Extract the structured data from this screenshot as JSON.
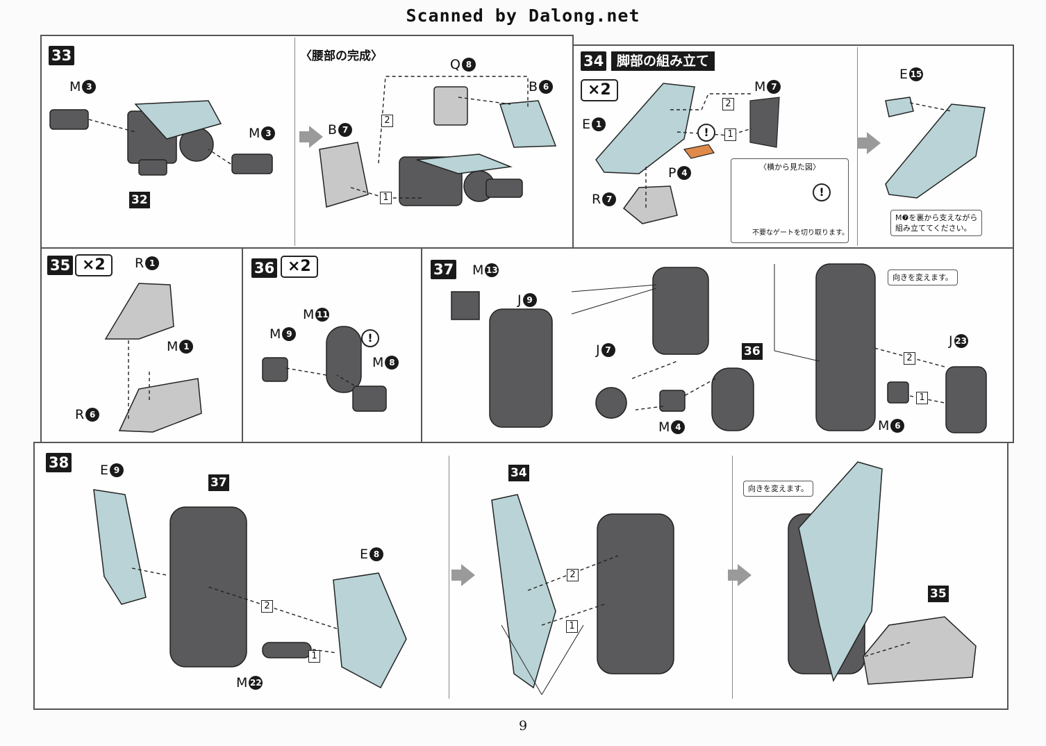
{
  "header": "Scanned by Dalong.net",
  "page_number": "9",
  "colors": {
    "dark_part": "#5a5a5c",
    "light_part": "#b9d3d6",
    "gray_part": "#c8c8c8",
    "orange_part": "#e08a4a"
  },
  "step33": {
    "number": "33",
    "subtitle": "〈腰部の完成〉",
    "labels": {
      "m3a_letter": "M",
      "m3a_num": "3",
      "m3b_letter": "M",
      "m3b_num": "3",
      "q8_letter": "Q",
      "q8_num": "8",
      "b6_letter": "B",
      "b6_num": "6",
      "b7_letter": "B",
      "b7_num": "7"
    },
    "badge": "32",
    "steps": {
      "s1": "1",
      "s2": "2"
    }
  },
  "step34": {
    "number": "34",
    "title": "脚部の組み立て",
    "multiplier": "×2",
    "labels": {
      "e1_letter": "E",
      "e1_num": "1",
      "m7_letter": "M",
      "m7_num": "7",
      "p4_letter": "P",
      "p4_num": "4",
      "r7_letter": "R",
      "r7_num": "7",
      "e15_letter": "E",
      "e15_num": "15"
    },
    "steps": {
      "s1": "1",
      "s2": "2"
    },
    "callout_title": "〈横から見た図〉",
    "callout_note": "不要なゲートを切り取ります。",
    "note_m7_line1": "M❼を裏から支えながら",
    "note_m7_line2": "組み立ててください。"
  },
  "step35": {
    "number": "35",
    "multiplier": "×2",
    "labels": {
      "r1_letter": "R",
      "r1_num": "1",
      "m1_letter": "M",
      "m1_num": "1",
      "r6_letter": "R",
      "r6_num": "6"
    }
  },
  "step36": {
    "number": "36",
    "multiplier": "×2",
    "labels": {
      "m11_letter": "M",
      "m11_num": "11",
      "m9_letter": "M",
      "m9_num": "9",
      "m8_letter": "M",
      "m8_num": "8"
    }
  },
  "step37": {
    "number": "37",
    "labels": {
      "m13_letter": "M",
      "m13_num": "13",
      "j9_letter": "J",
      "j9_num": "9",
      "j7_letter": "J",
      "j7_num": "7",
      "m4_letter": "M",
      "m4_num": "4",
      "j23_letter": "J",
      "j23_num": "23",
      "m6_letter": "M",
      "m6_num": "6"
    },
    "badge": "36",
    "steps": {
      "s1": "1",
      "s2": "2"
    },
    "note": "向きを変えます。"
  },
  "step38": {
    "number": "38",
    "labels": {
      "e9_letter": "E",
      "e9_num": "9",
      "e8_letter": "E",
      "e8_num": "8",
      "m22_letter": "M",
      "m22_num": "22"
    },
    "badges": {
      "b37": "37",
      "b34": "34",
      "b35": "35"
    },
    "steps": {
      "s1a": "1",
      "s2a": "2",
      "s1b": "1",
      "s2b": "2"
    },
    "note": "向きを変えます。"
  }
}
